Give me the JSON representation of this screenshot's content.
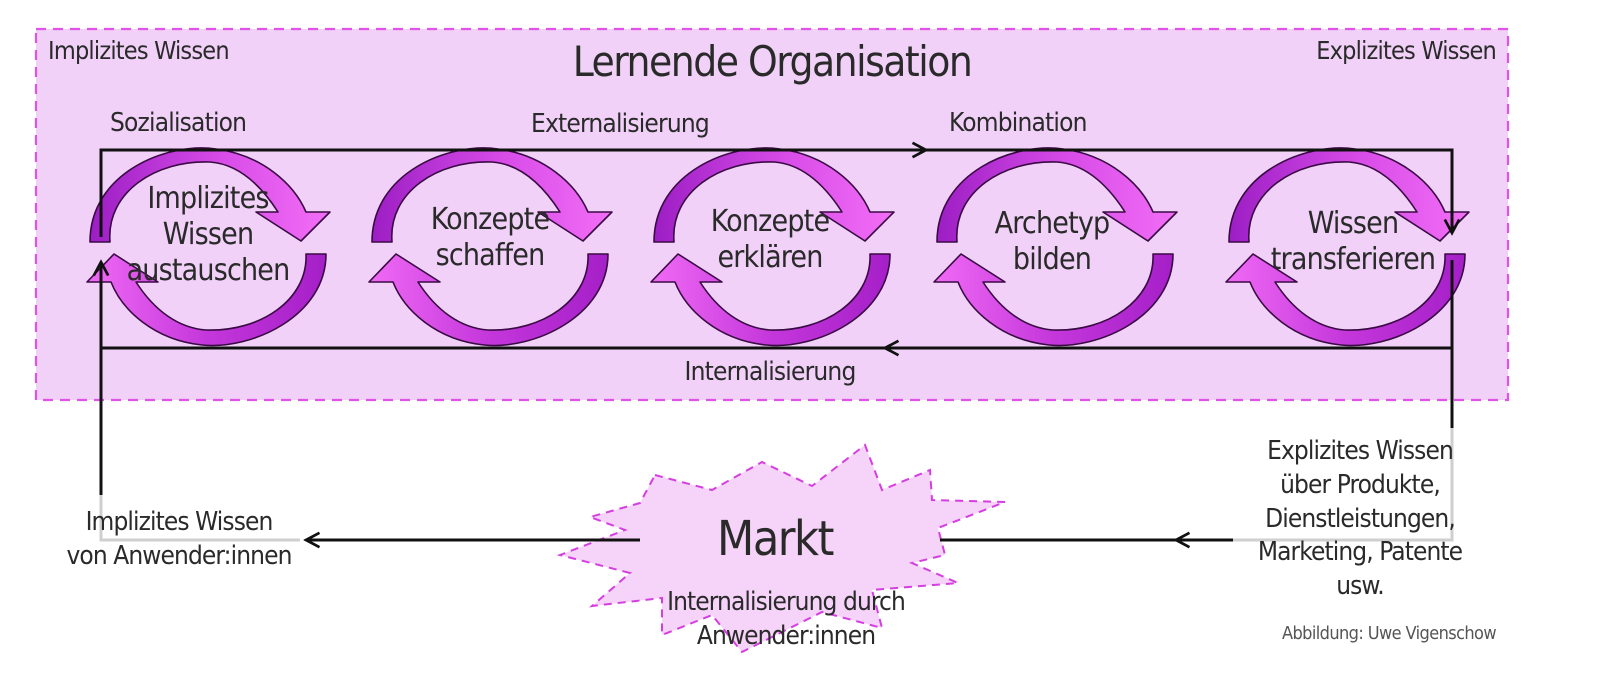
{
  "title": "Lernende Organisation",
  "corner_left": "Implizites Wissen",
  "corner_right": "Explizites Wissen",
  "phases": {
    "socialization": "Sozialisation",
    "externalization": "Externalisierung",
    "combination": "Kombination",
    "internalization": "Internalisierung"
  },
  "cycles": [
    [
      "Implizites",
      "Wissen",
      "austauschen"
    ],
    [
      "Konzepte",
      "schaffen"
    ],
    [
      "Konzepte",
      "erklären"
    ],
    [
      "Archetyp",
      "bilden"
    ],
    [
      "Wissen",
      "transferieren"
    ]
  ],
  "market": {
    "label": "Markt",
    "sub_line1": "Internalisierung durch",
    "sub_line2": "Anwender:innen"
  },
  "left_output": {
    "line1": "Implizites Wissen",
    "line2": "von Anwender:innen"
  },
  "right_output": {
    "line1": "Explizites Wissen",
    "line2": "über Produkte,",
    "line3": "Dienstleistungen,",
    "line4": "Marketing, Patente usw."
  },
  "credit": "Abbildung: Uwe Vigenschow",
  "colors": {
    "org_fill": "#f1d1f8",
    "org_border": "#e052e8",
    "arrow_top_light": "#f06cf5",
    "arrow_top_dark": "#a021c6",
    "arrow_bottom": "#a821c9",
    "star_fill": "#f6d3f8",
    "star_border": "#d53ee0",
    "line": "#111111"
  }
}
